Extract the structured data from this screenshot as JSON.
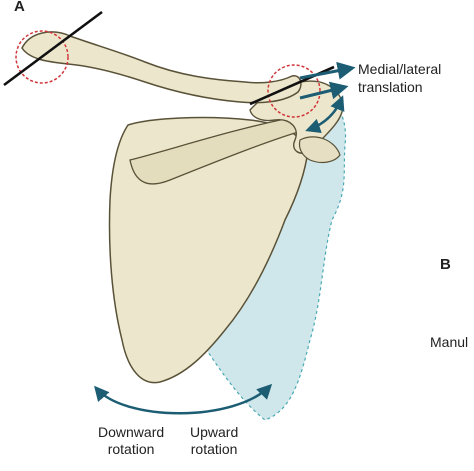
{
  "panel_a": {
    "letter": "A",
    "annotation_line1": "Medial/lateral",
    "annotation_line2": "translation",
    "downward_line1": "Downward",
    "downward_line2": "rotation",
    "upward_line1": "Upward",
    "upward_line2": "rotation"
  },
  "panel_b": {
    "letter": "B",
    "partial_label": "Manul"
  },
  "colors": {
    "bone_fill": "#ece7cc",
    "bone_stroke": "#5a5238",
    "arrow": "#1c5d74",
    "ghost_fill": "#cfe7ea",
    "ghost_stroke": "#4aa9b3",
    "circle": "#d0363a",
    "axis_line": "#111111"
  }
}
